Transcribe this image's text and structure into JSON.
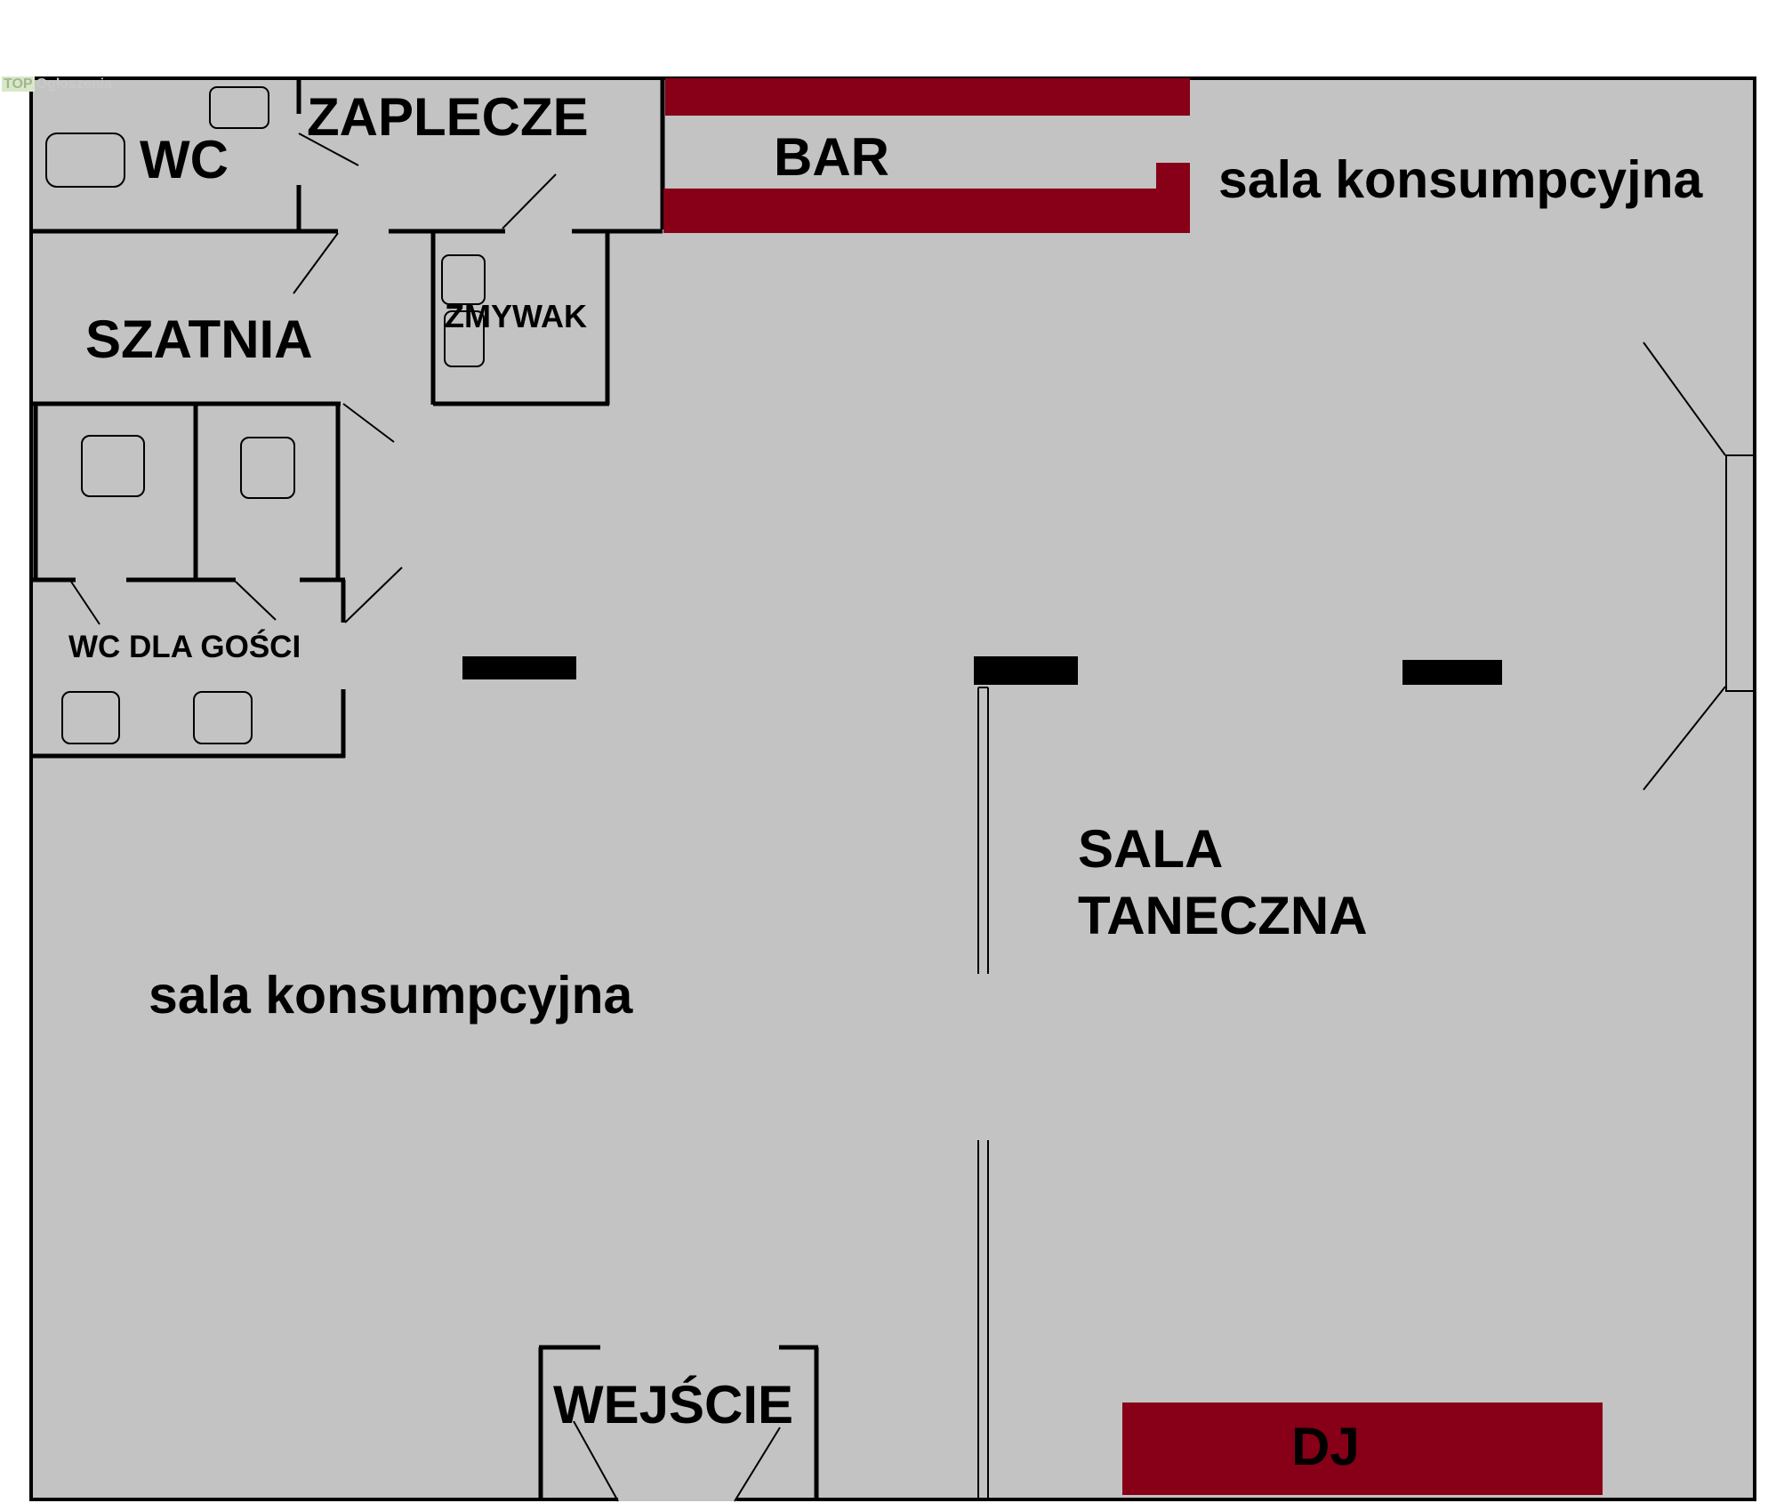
{
  "labels": {
    "wc": "WC",
    "zaplecze": "ZAPLECZE",
    "bar": "BAR",
    "sala_top": "sala konsumpcyjna",
    "szatnia": "SZATNIA",
    "zmywak": "ZMYWAK",
    "wc_guests": "WC DLA GOŚCI",
    "sala_taneczna_1": "SALA",
    "sala_taneczna_2": "TANECZNA",
    "sala_main": "sala konsumpcyjna",
    "wejscie": "WEJŚCIE",
    "dj": "DJ"
  },
  "watermark": {
    "box": "TOP",
    "text": "Ogłoszenia"
  },
  "colors": {
    "floor": "#c3c3c3",
    "wall": "#000000",
    "furniture": "#870018",
    "background": "#ffffff"
  }
}
